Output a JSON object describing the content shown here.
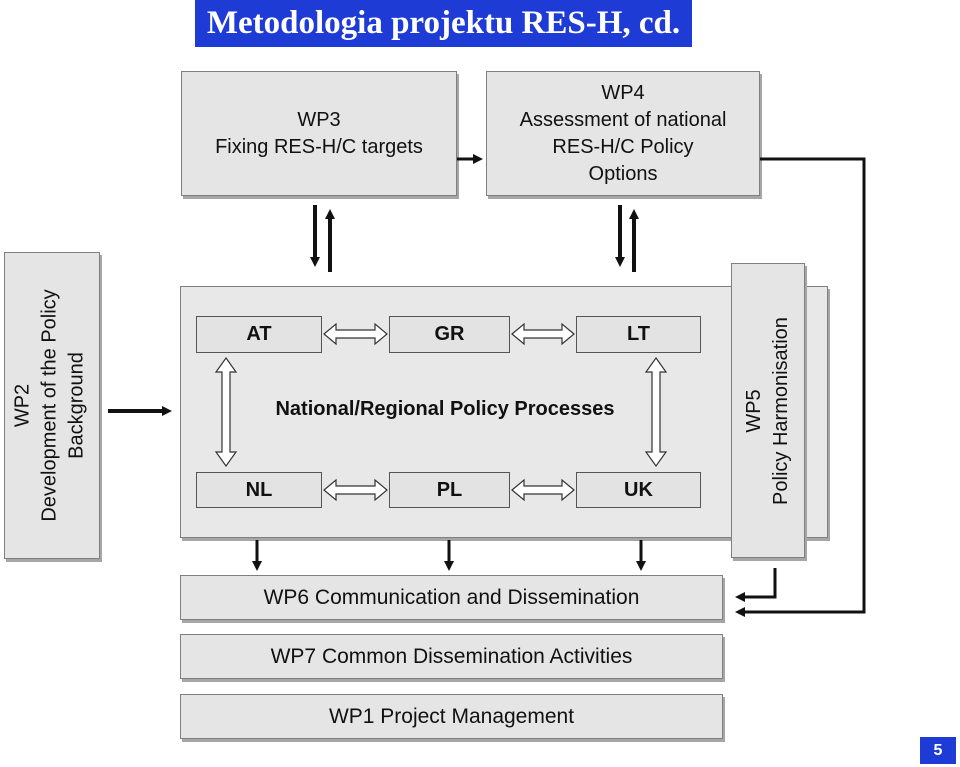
{
  "title": "Metodologia projektu RES-H, cd.",
  "wp3": {
    "line1": "WP3",
    "line2": "Fixing RES-H/C targets"
  },
  "wp4": {
    "line1": "WP4",
    "line2": "Assessment of national",
    "line3": "RES-H/C Policy",
    "line4": "Options"
  },
  "wp2": {
    "line1": "WP2",
    "line2": "Development of the Policy",
    "line3": "Background"
  },
  "wp5": {
    "line1": "WP5",
    "line2": "Policy Harmonisation"
  },
  "process": {
    "label": "National/Regional Policy Processes",
    "nodes": {
      "at": "AT",
      "gr": "GR",
      "lt": "LT",
      "nl": "NL",
      "pl": "PL",
      "uk": "UK"
    }
  },
  "wp6": "WP6 Communication and Dissemination",
  "wp7": "WP7 Common Dissemination Activities",
  "wp1": "WP1 Project Management",
  "page_number": "5"
}
